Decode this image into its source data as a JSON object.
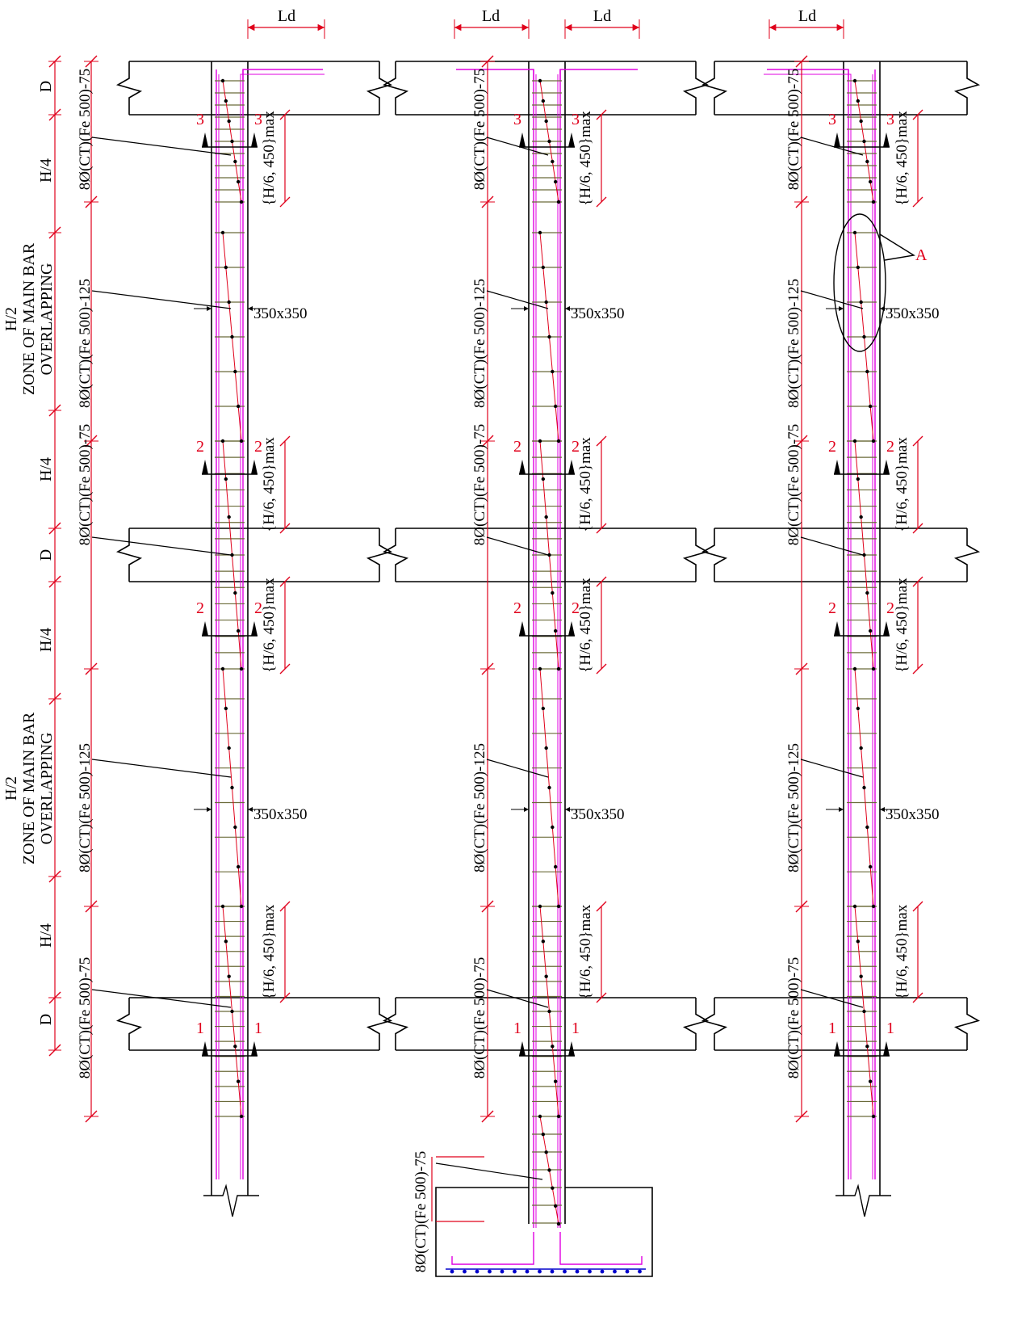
{
  "ld_label": "Ld",
  "zone_labels": {
    "d": "D",
    "h4": "H/4",
    "h2": "H/2",
    "overlap_line1": "ZONE OF MAIN BAR",
    "overlap_line2": "OVERLAPPING"
  },
  "tie_labels": {
    "close": "8Ø(CT)(Fe 500)-75",
    "wide": "8Ø(CT)(Fe 500)-125"
  },
  "spacing_max_label": "{H/6, 450}max",
  "column_size_label": "350x350",
  "section_marks": [
    "1",
    "2",
    "3"
  ],
  "detail_label": "A",
  "colors": {
    "line": "#000000",
    "dimension": "#e0001b",
    "rebar": "#e000e0",
    "tie": "#6b6b3a",
    "footing_bar": "#0000cc"
  }
}
